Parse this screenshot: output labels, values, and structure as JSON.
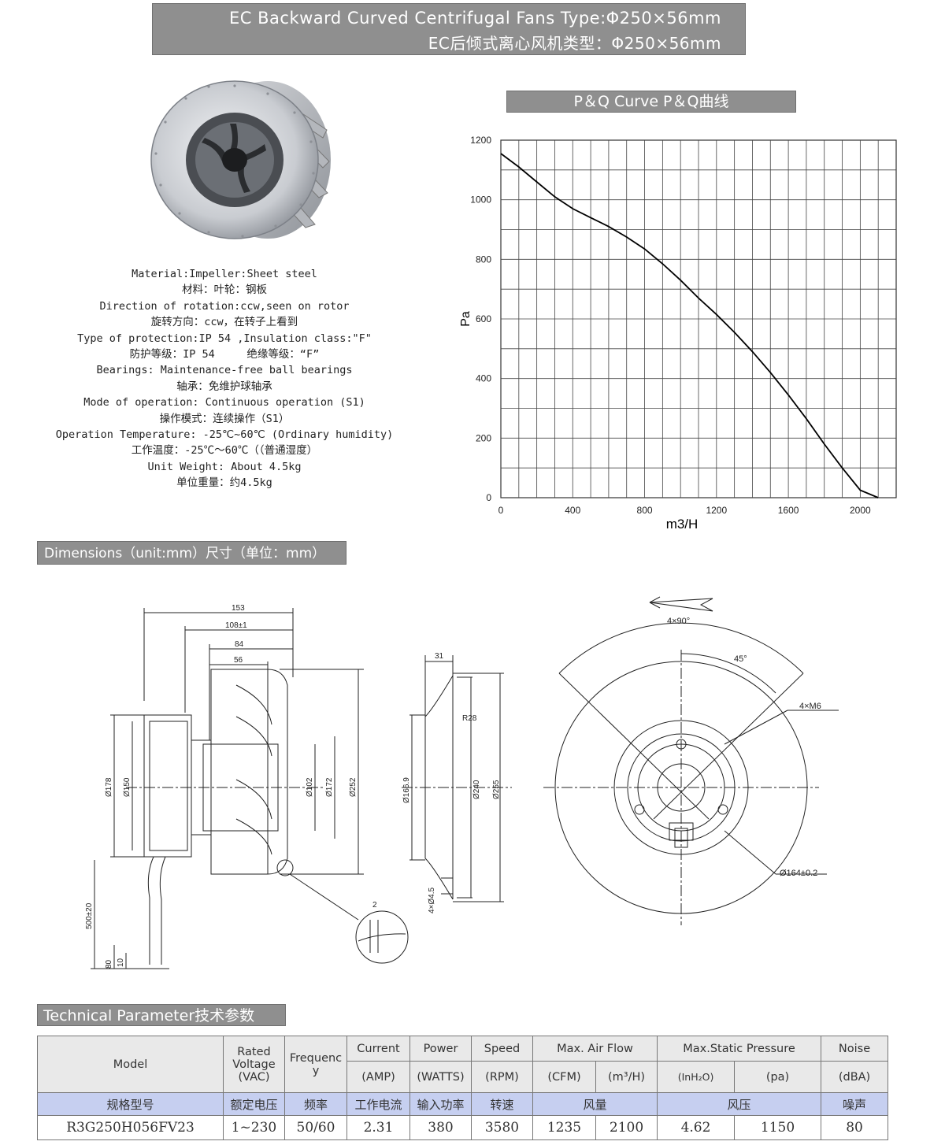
{
  "header": {
    "title_en": "EC Backward Curved Centrifugal Fans Type:Φ250×56mm",
    "title_cn": "EC后倾式离心风机类型：Φ250×56mm"
  },
  "specs": [
    "Material:Impeller:Sheet steel",
    "材料：叶轮：钢板",
    "Direction of rotation:ccw,seen on rotor",
    "旋转方向：ccw，在转子上看到",
    "Type of protection:IP 54 ,Insulation class:\"F\"",
    "防护等级：IP 54     绝缘等级：“F”",
    "Bearings: Maintenance-free ball bearings",
    "轴承：免维护球轴承",
    "Mode of operation: Continuous operation (S1)",
    "操作模式：连续操作（S1）",
    "Operation Temperature: -25℃~60℃ (Ordinary humidity)",
    "工作温度：-25℃～60℃（（普通湿度）",
    "Unit Weight: About 4.5kg",
    "单位重量：约4.5kg"
  ],
  "pq_section": {
    "title": "P＆Q Curve  P＆Q曲线"
  },
  "chart_data": {
    "type": "line",
    "xlabel": "m3/H",
    "ylabel": "Pa",
    "xlim": [
      0,
      2200
    ],
    "ylim": [
      0,
      1200
    ],
    "x_ticks": [
      0,
      400,
      800,
      1200,
      1600,
      2000
    ],
    "y_ticks": [
      0,
      200,
      400,
      600,
      800,
      1000,
      1200
    ],
    "grid": true,
    "series": [
      {
        "x": [
          0,
          100,
          200,
          300,
          400,
          500,
          600,
          700,
          800,
          900,
          1000,
          1100,
          1200,
          1300,
          1400,
          1500,
          1600,
          1700,
          1800,
          1900,
          2000,
          2100
        ],
        "values": [
          1155,
          1110,
          1060,
          1010,
          970,
          940,
          910,
          875,
          835,
          785,
          730,
          670,
          615,
          555,
          490,
          420,
          345,
          265,
          180,
          100,
          25,
          -20
        ]
      }
    ],
    "line_color": "#000000"
  },
  "dimensions_section": {
    "title": "Dimensions（unit:mm）尺寸（单位：mm）",
    "labels": {
      "d153": "153",
      "d108": "108±1",
      "d84": "84",
      "d56": "56",
      "d178": "Ø178",
      "d150": "Ø150",
      "d102": "Ø102",
      "d172": "Ø172",
      "d252": "Ø252",
      "d500": "500±20",
      "d80": "80",
      "d10": "10",
      "d2": "2",
      "d31": "31",
      "r28": "R28",
      "d166": "Ø166.9",
      "d240": "Ø240",
      "d255": "Ø255",
      "d45hole": "4×Ø4.5",
      "a490": "4×90°",
      "a45": "45°",
      "m6": "4×M6",
      "d164": "Ø164±0.2"
    }
  },
  "tech_section": {
    "title": "Technical Parameter技术参数"
  },
  "table": {
    "headers": {
      "model": "Model",
      "voltage_l1": "Rated",
      "voltage_l2": "Voltage",
      "voltage_l3": "(VAC)",
      "freq_l1": "Frequenc",
      "freq_l2": "y",
      "current": "Current",
      "current_unit": "(AMP)",
      "power": "Power",
      "power_unit": "(WATTS)",
      "speed": "Speed",
      "speed_unit": "(RPM)",
      "airflow": "Max. Air Flow",
      "airflow_unit1": "(CFM)",
      "airflow_unit2": "(m³/H)",
      "pressure": "Max.Static Pressure",
      "pressure_unit1": "(InH₂O)",
      "pressure_unit2": "(pa)",
      "noise": "Noise",
      "noise_unit": "(dBA)"
    },
    "cn_headers": [
      "规格型号",
      "额定电压",
      "频率",
      "工作电流",
      "输入功率",
      "转速",
      "风量",
      "风压",
      "噪声"
    ],
    "row": {
      "model": "R3G250H056FV23",
      "voltage": "1~230",
      "freq": "50/60",
      "current": "2.31",
      "power": "380",
      "speed": "3580",
      "cfm": "1235",
      "m3h": "2100",
      "inh2o": "4.62",
      "pa": "1150",
      "noise": "80"
    }
  }
}
